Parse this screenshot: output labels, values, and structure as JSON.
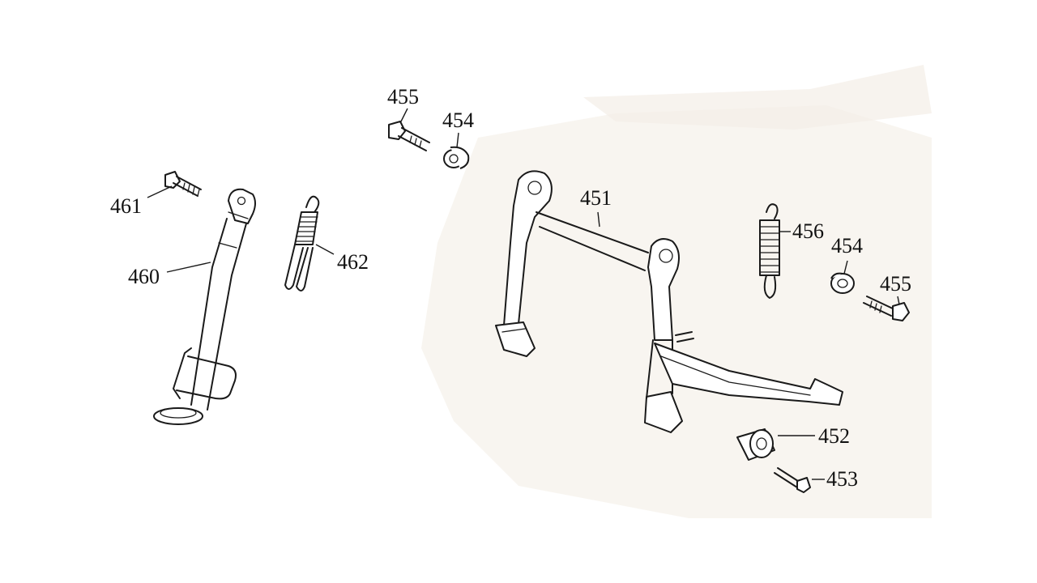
{
  "diagram": {
    "labels": {
      "p451": "451",
      "p452": "452",
      "p453": "453",
      "p454_top": "454",
      "p454_right": "454",
      "p455_top": "455",
      "p455_right": "455",
      "p456": "456",
      "p460": "460",
      "p461": "461",
      "p462": "462"
    },
    "colors": {
      "line": "#1a1a1a",
      "background": "#ffffff",
      "ghost": "#f3efe9"
    },
    "parts": [
      {
        "number": "451",
        "name": "main-stand"
      },
      {
        "number": "452",
        "name": "rubber-stopper"
      },
      {
        "number": "453",
        "name": "bolt"
      },
      {
        "number": "454",
        "name": "bushing"
      },
      {
        "number": "455",
        "name": "pivot-bolt"
      },
      {
        "number": "456",
        "name": "main-stand-spring"
      },
      {
        "number": "460",
        "name": "side-stand"
      },
      {
        "number": "461",
        "name": "side-stand-bolt"
      },
      {
        "number": "462",
        "name": "side-stand-spring"
      }
    ]
  }
}
